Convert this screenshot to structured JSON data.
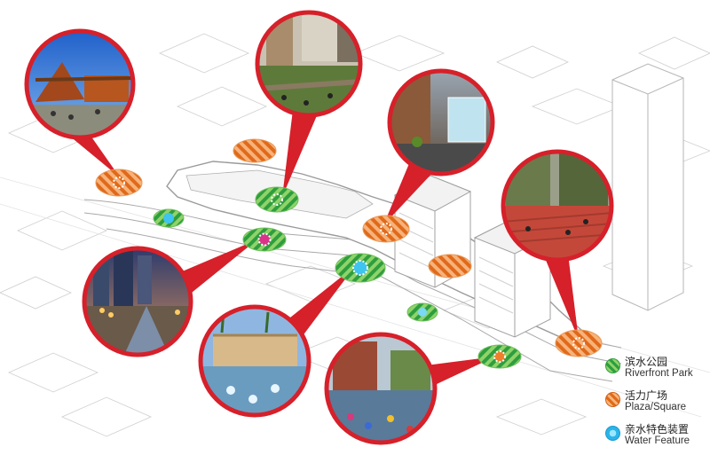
{
  "legend": {
    "items": [
      {
        "zh": "滨水公园",
        "en": "Riverfront Park",
        "swatch": "green",
        "color": "#2e9e3e"
      },
      {
        "zh": "活力广场",
        "en": "Plaza/Square",
        "swatch": "orange",
        "color": "#e06a1a"
      },
      {
        "zh": "亲水特色装置",
        "en": "Water Feature",
        "swatch": "blue",
        "color": "#2bb4e8"
      }
    ]
  },
  "colors": {
    "callout_red": "#d6202a",
    "park_green": "#2e9e3e",
    "plaza_orange": "#e06a1a",
    "water_blue": "#2bb4e8",
    "building_line": "#bdbdbd"
  }
}
